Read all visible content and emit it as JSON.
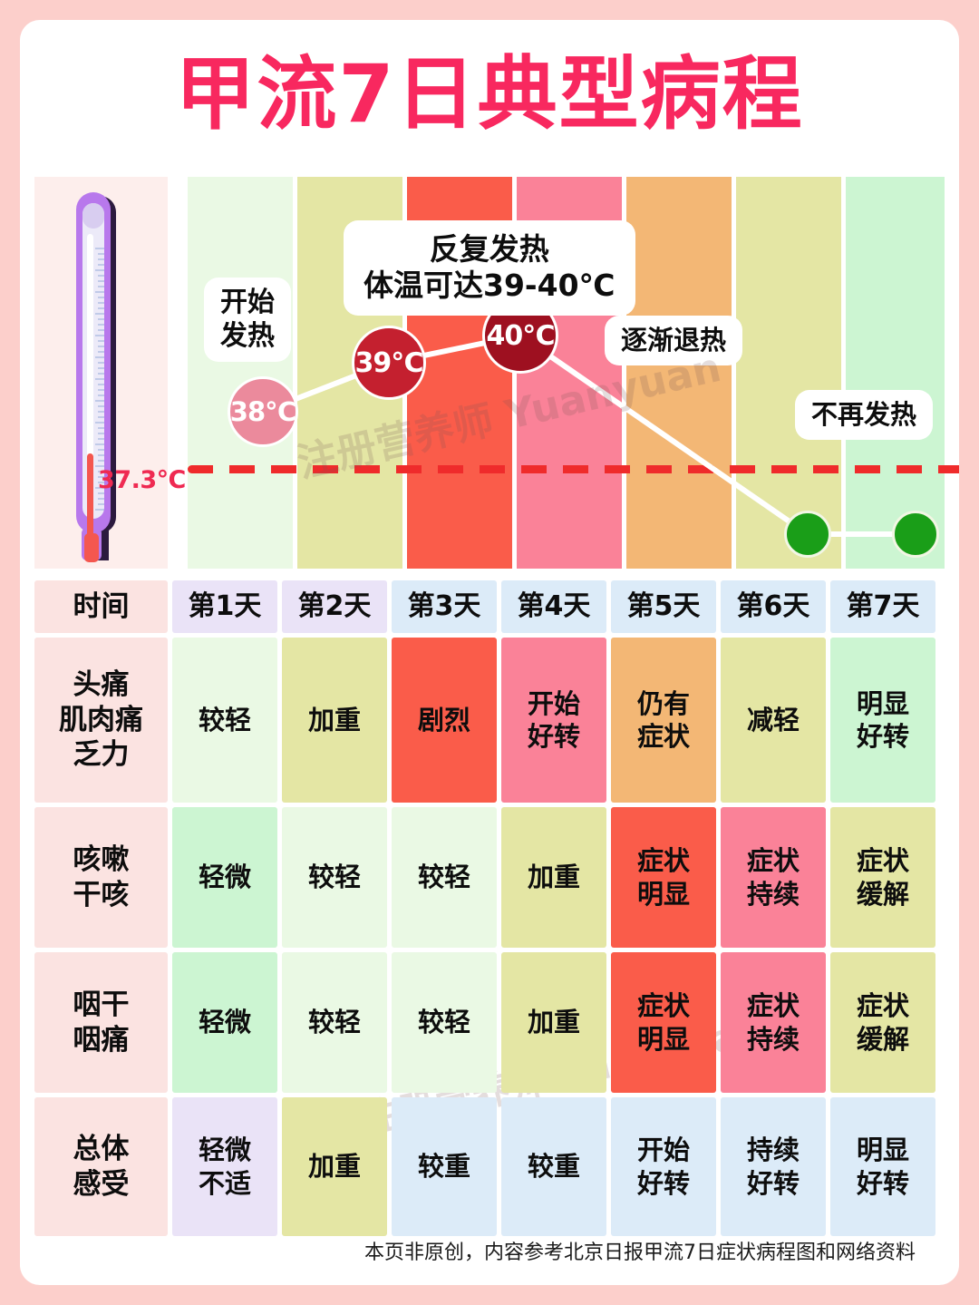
{
  "page": {
    "title": "甲流7日典型病程",
    "title_color": "#f8285f",
    "border_color": "#fccfcb",
    "footer_note": "本页非原创，内容参考北京日报甲流7日症状病程图和网络资料",
    "watermark": "注册营养师 Yuanyuan"
  },
  "chart_data": {
    "type": "line",
    "title": "甲流7日典型病程",
    "xlabel": "时间",
    "ylabel": "体温",
    "categories": [
      "第1天",
      "第2天",
      "第3天",
      "第4天",
      "第5天",
      "第6天",
      "第7天"
    ],
    "threshold": {
      "value": "37.3℃",
      "label": "37.3℃",
      "color": "#ef2b2b",
      "style": "dashed"
    },
    "series": [
      {
        "name": "体温",
        "points": [
          {
            "x": "第1天",
            "label": "38℃",
            "value": 38,
            "color": "#eb8a9c",
            "kind": "temp-marker"
          },
          {
            "x": "第2天",
            "label": "39℃",
            "value": 39,
            "color": "#c4202f",
            "kind": "temp-marker"
          },
          {
            "x": "第3天",
            "label": "40℃",
            "value": 40,
            "color": "#9e1020",
            "kind": "temp-marker"
          },
          {
            "x": "第6天",
            "label": "",
            "value": 36.8,
            "color": "#1a9e18",
            "kind": "normal-dot"
          },
          {
            "x": "第7天",
            "label": "",
            "value": 36.8,
            "color": "#1a9e18",
            "kind": "normal-dot"
          }
        ]
      }
    ],
    "annotations": [
      {
        "id": "start-fever",
        "text": "开始\n发热",
        "near": "第1天"
      },
      {
        "id": "repeat-fever",
        "text": "反复发热\n体温可达39-40℃",
        "near": "第3天"
      },
      {
        "id": "gradual-decline",
        "text": "逐渐退热",
        "near": "第5天"
      },
      {
        "id": "no-fever",
        "text": "不再发热",
        "near": "第7天"
      }
    ],
    "column_colors": [
      "#eaf9e4",
      "#e4e6a4",
      "#fa5c4a",
      "#fa8298",
      "#f3b775",
      "#e4e6a4",
      "#ccf5d2"
    ],
    "label_col_color": "#fdeeec",
    "grid": false,
    "legend": "none"
  },
  "table": {
    "header": {
      "label": "时间",
      "label_bg": "#fbe3e1",
      "days": [
        {
          "label": "第1天",
          "bg": "#eae3f7"
        },
        {
          "label": "第2天",
          "bg": "#eae3f7"
        },
        {
          "label": "第3天",
          "bg": "#dcebf8"
        },
        {
          "label": "第4天",
          "bg": "#dcebf8"
        },
        {
          "label": "第5天",
          "bg": "#dcebf8"
        },
        {
          "label": "第6天",
          "bg": "#dcebf8"
        },
        {
          "label": "第7天",
          "bg": "#dcebf8"
        }
      ]
    },
    "rows": [
      {
        "label": "头痛\n肌肉痛\n乏力",
        "label_bg": "#fbe3e1",
        "cells": [
          {
            "text": "较轻",
            "bg": "#eaf9e4"
          },
          {
            "text": "加重",
            "bg": "#e4e6a4"
          },
          {
            "text": "剧烈",
            "bg": "#fa5c4a"
          },
          {
            "text": "开始\n好转",
            "bg": "#fa8298"
          },
          {
            "text": "仍有\n症状",
            "bg": "#f3b775"
          },
          {
            "text": "减轻",
            "bg": "#e4e6a4"
          },
          {
            "text": "明显\n好转",
            "bg": "#ccf5d2"
          }
        ]
      },
      {
        "label": "咳嗽\n干咳",
        "label_bg": "#fbe3e1",
        "cells": [
          {
            "text": "轻微",
            "bg": "#ccf5d2"
          },
          {
            "text": "较轻",
            "bg": "#eaf9e4"
          },
          {
            "text": "较轻",
            "bg": "#eaf9e4"
          },
          {
            "text": "加重",
            "bg": "#e4e6a4"
          },
          {
            "text": "症状\n明显",
            "bg": "#fa5c4a"
          },
          {
            "text": "症状\n持续",
            "bg": "#fa8298"
          },
          {
            "text": "症状\n缓解",
            "bg": "#e4e6a4"
          }
        ]
      },
      {
        "label": "咽干\n咽痛",
        "label_bg": "#fbe3e1",
        "cells": [
          {
            "text": "轻微",
            "bg": "#ccf5d2"
          },
          {
            "text": "较轻",
            "bg": "#eaf9e4"
          },
          {
            "text": "较轻",
            "bg": "#eaf9e4"
          },
          {
            "text": "加重",
            "bg": "#e4e6a4"
          },
          {
            "text": "症状\n明显",
            "bg": "#fa5c4a"
          },
          {
            "text": "症状\n持续",
            "bg": "#fa8298"
          },
          {
            "text": "症状\n缓解",
            "bg": "#e4e6a4"
          }
        ]
      },
      {
        "label": "总体\n感受",
        "label_bg": "#fbe3e1",
        "cells": [
          {
            "text": "轻微\n不适",
            "bg": "#eae3f7"
          },
          {
            "text": "加重",
            "bg": "#e4e6a4"
          },
          {
            "text": "较重",
            "bg": "#dcebf8"
          },
          {
            "text": "较重",
            "bg": "#dcebf8"
          },
          {
            "text": "开始\n好转",
            "bg": "#dcebf8"
          },
          {
            "text": "持续\n好转",
            "bg": "#dcebf8"
          },
          {
            "text": "明显\n好转",
            "bg": "#dcebf8"
          }
        ]
      }
    ]
  },
  "thermometer": {
    "reading_label": "37.3℃",
    "glass_color": "#b878ec",
    "mercury_color": "#f4574f"
  }
}
